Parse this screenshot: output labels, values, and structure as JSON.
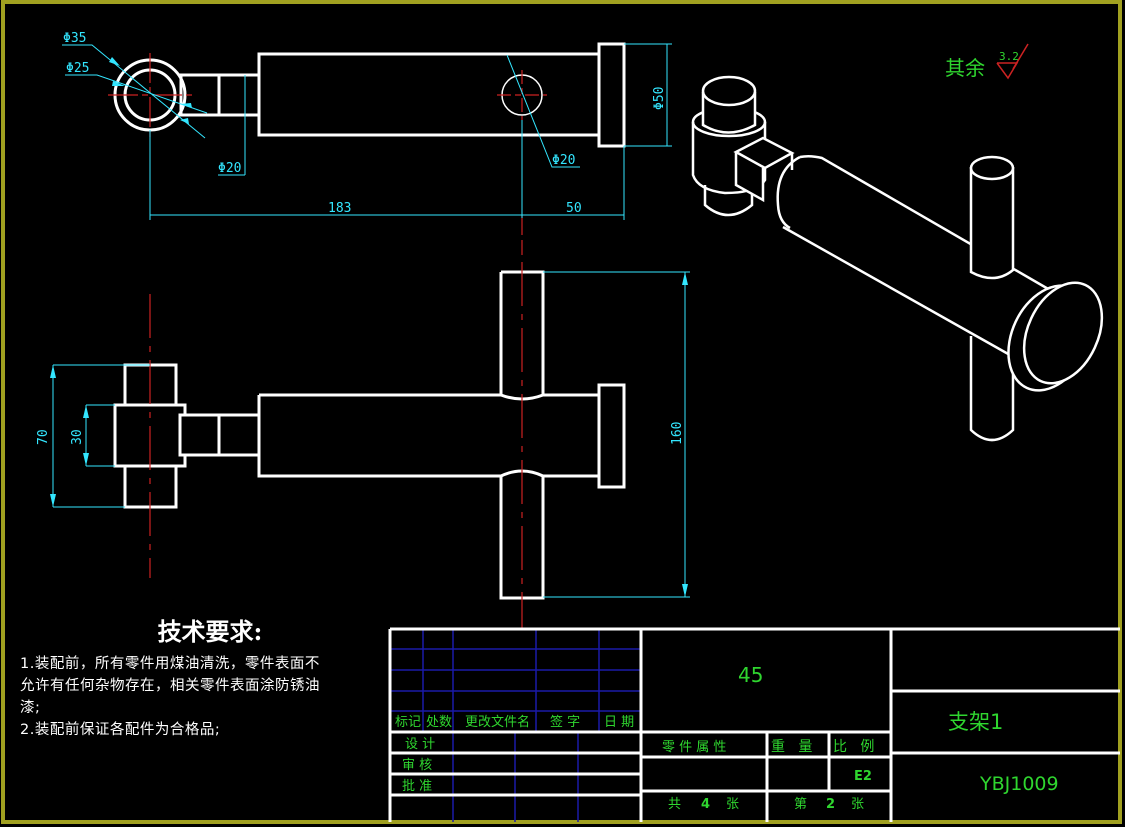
{
  "drawing": {
    "frame_color": "#a0a020",
    "outline_color": "#ffffff",
    "dimension_color": "#33e6ff",
    "centerline_color": "#cc2222",
    "titleblock_text_color": "#2fd62f",
    "grid_color": "#1a1aa8"
  },
  "top_view": {
    "dimensions": {
      "dia_outer": "Φ35",
      "dia_inner": "Φ25",
      "dia_neck": "Φ20",
      "dia_hole": "Φ20",
      "dia_flange": "Φ50",
      "length_main": "183",
      "length_end": "50"
    }
  },
  "front_view": {
    "dimensions": {
      "height_outer": "70",
      "height_inner": "30",
      "height_total": "160"
    }
  },
  "surface_roughness": {
    "label": "其余",
    "value": "3.2"
  },
  "technical_requirements": {
    "title": "技术要求:",
    "lines": [
      "1.装配前，所有零件用煤油清洗，零件表面不",
      "允许有任何杂物存在，相关零件表面涂防锈油",
      "漆;",
      "2.装配前保证各配件为合格品;"
    ]
  },
  "title_block": {
    "revision_headers": [
      "标记",
      "处数",
      "更改文件名",
      "签 字",
      "日 期"
    ],
    "roles": [
      "设 计",
      "审 核",
      "批 准"
    ],
    "material": "45",
    "part_attr_label": "零 件 属 性",
    "weight_label": "重   量",
    "scale_label": "比   例",
    "scale_value": "E2",
    "sheet_total_prefix": "共",
    "sheet_total": "4",
    "sheet_total_suffix": "张",
    "sheet_index_prefix": "第",
    "sheet_index": "2",
    "sheet_index_suffix": "张",
    "part_name": "支架1",
    "drawing_number": "YBJ1009"
  }
}
